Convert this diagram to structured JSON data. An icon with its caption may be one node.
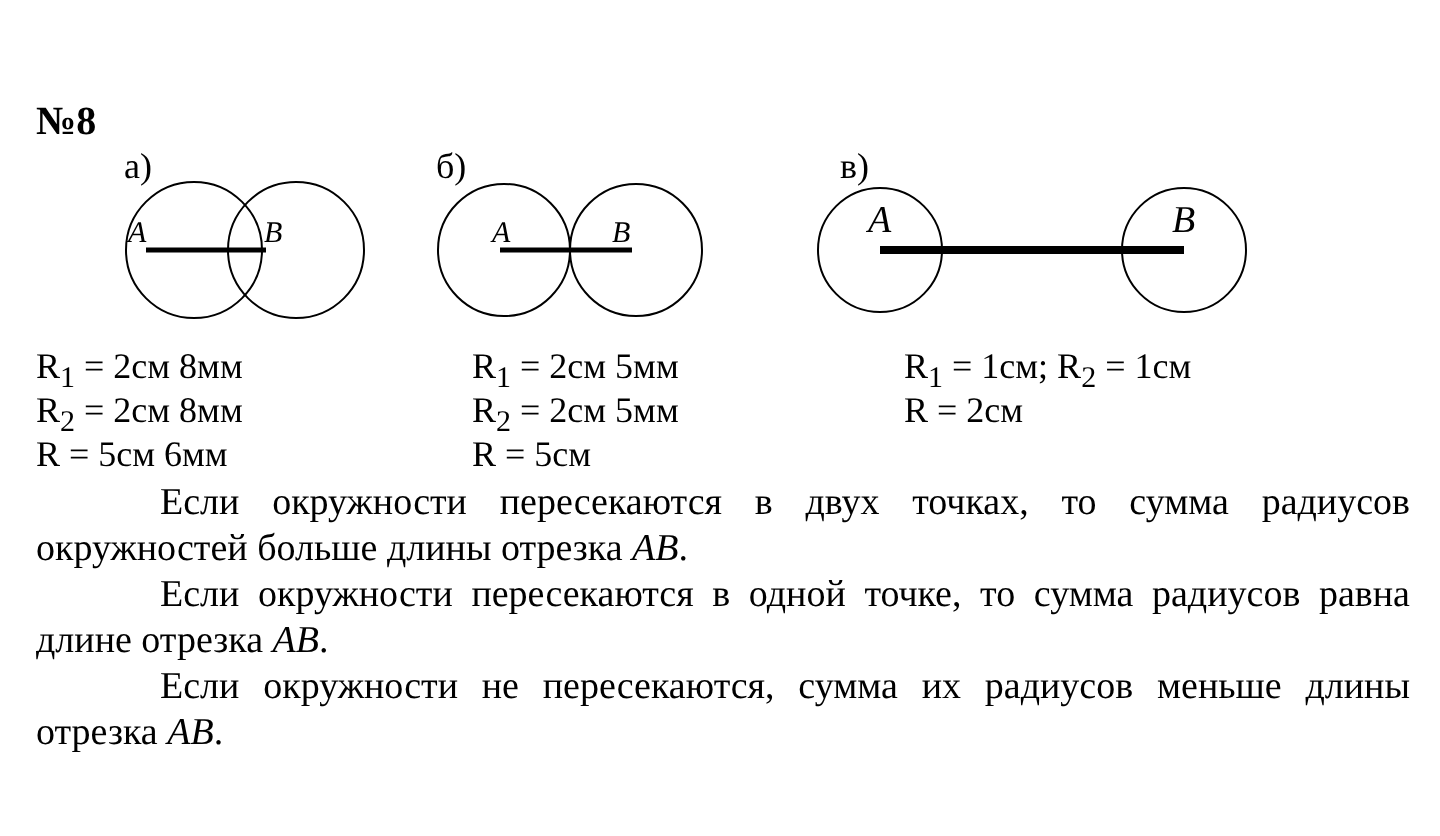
{
  "diagram": {
    "title": "№8",
    "labels": [
      "а)",
      "б)",
      "в)",
      "*A*",
      "*B*",
      "*A*",
      "*B*",
      "*A*",
      "*B*",
      "R$_{1}$ = 2см 8мм",
      "R$_{1}$ = 2см 5мм",
      "R$_{1}$ = 1см; R$_{2}$ = 1см",
      "R$_{2}$ = 2см 8мм",
      "R$_{2}$ = 2см 5мм",
      "R = 2см",
      "R = 5см 6мм",
      "R = 5см",
      "Если окружности пересекаются в двух точках, то сумма радиусов окружностей больше длины отрезка *AB*.",
      "Если окружности пересекаются в одной точке, то сумма радиусов равна длине отрезка *AB*.",
      "Если окружности не пересекаются, сумма их радиусов меньше длины отрезка *AB*."
    ]
  }
}
